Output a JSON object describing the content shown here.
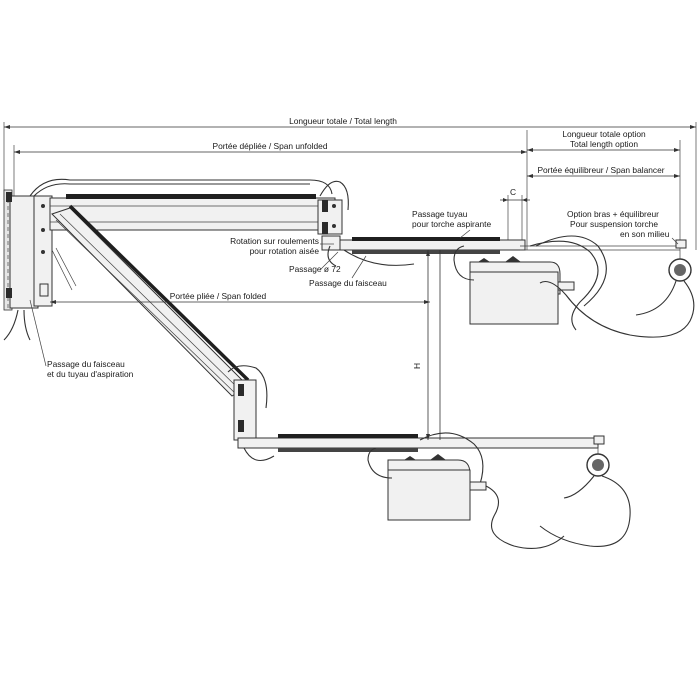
{
  "labels": {
    "total_length": "Longueur totale / Total length",
    "total_length_option_1": "Longueur totale option",
    "total_length_option_2": "Total length option",
    "span_unfolded": "Portée dépliée / Span unfolded",
    "span_balancer": "Portée équilibreur / Span balancer",
    "dim_c": "C",
    "passage_hose_1": "Passage tuyau",
    "passage_hose_2": "pour torche aspirante",
    "option_arm_1": "Option bras + équilibreur",
    "option_arm_2": "Pour suspension torche",
    "option_arm_3": "en son milieu",
    "rotation_1": "Rotation sur roulements",
    "rotation_2": "pour rotation aisée",
    "passage_72": "Passage ø 72",
    "passage_bundle": "Passage du faisceau",
    "span_folded": "Portée pliée / Span folded",
    "passage_left_1": "Passage du faisceau",
    "passage_left_2": "et du tuyau d'aspiration",
    "dim_h": "H"
  }
}
